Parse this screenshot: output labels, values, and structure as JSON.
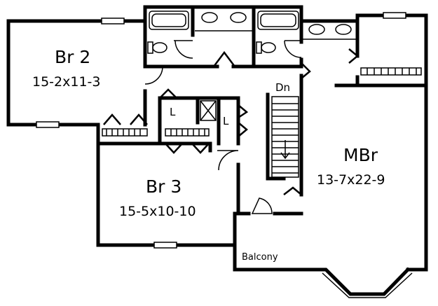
{
  "rooms": {
    "br2": {
      "name": "Br 2",
      "dims": "15-2x11-3"
    },
    "br3": {
      "name": "Br 3",
      "dims": "15-5x10-10"
    },
    "mbr": {
      "name": "MBr",
      "dims": "13-7x22-9"
    }
  },
  "labels": {
    "stairs": "Dn",
    "linen1": "L",
    "linen2": "L",
    "balcony": "Balcony"
  }
}
